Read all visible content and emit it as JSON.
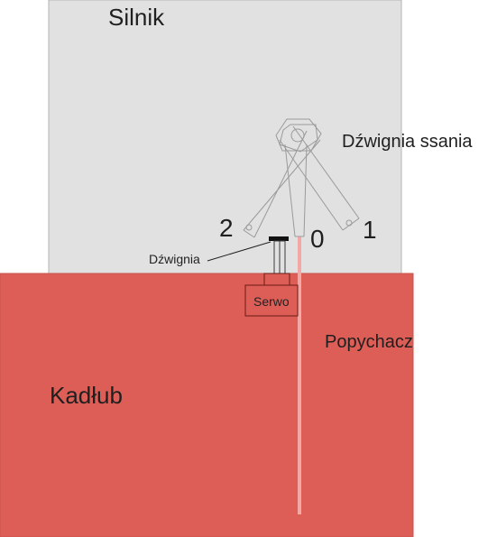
{
  "labels": {
    "engine": "Silnik",
    "hull": "Kadłub",
    "intake_lever": "Dźwignia ssania",
    "pushrod": "Popychacz",
    "lever": "Dźwignia",
    "servo": "Serwo",
    "position_0": "0",
    "position_1": "1",
    "position_2": "2"
  },
  "colors": {
    "engine_fill": "#e1e1e1",
    "hull_fill": "#dd5e57",
    "servo_outline": "#6b1b16",
    "pushrod": "#f2a9a5",
    "lever_bar": "#111111"
  }
}
